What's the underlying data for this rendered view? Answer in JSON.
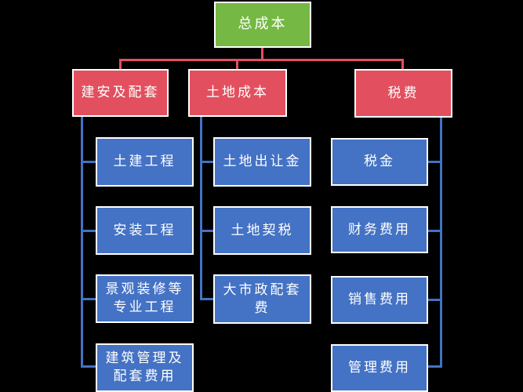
{
  "diagram": {
    "title_hint": "cost breakdown hierarchy",
    "root": {
      "label": "总成本"
    },
    "branches": [
      {
        "label": "建安及配套",
        "children": [
          {
            "label": "土建工程"
          },
          {
            "label": "安装工程"
          },
          {
            "label": "景观装修等专业工程"
          },
          {
            "label": "建筑管理及配套费用"
          }
        ]
      },
      {
        "label": "土地成本",
        "children": [
          {
            "label": "土地出让金"
          },
          {
            "label": "土地契税"
          },
          {
            "label": "大市政配套费"
          }
        ]
      },
      {
        "label": "税费",
        "children": [
          {
            "label": "税金"
          },
          {
            "label": "财务费用"
          },
          {
            "label": "销售费用"
          },
          {
            "label": "管理费用"
          }
        ]
      }
    ]
  },
  "colors": {
    "bg": "#000000",
    "root_fill": "#75B843",
    "branch_fill": "#E2505F",
    "leaf_fill": "#4472C4",
    "connector_red": "#E2505F",
    "connector_blue": "#4472C4",
    "node_border": "#FFFFFF",
    "node_text": "#FFFFFF"
  }
}
